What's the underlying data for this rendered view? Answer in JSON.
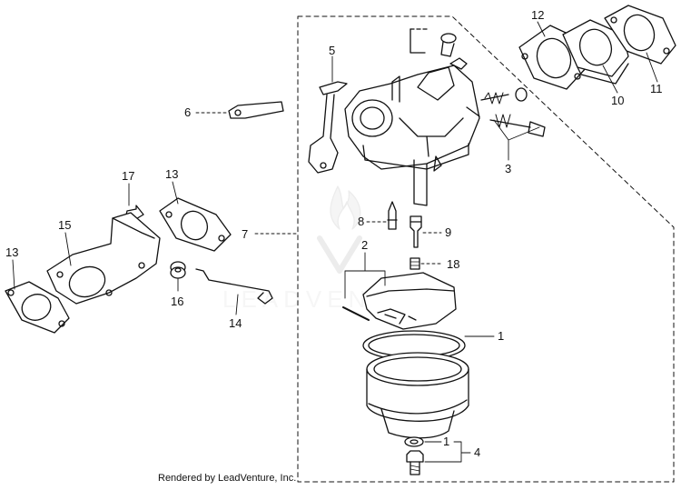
{
  "callouts": {
    "n1a": "1",
    "n1b": "1",
    "n2": "2",
    "n3": "3",
    "n4": "4",
    "n5": "5",
    "n6": "6",
    "n7": "7",
    "n8": "8",
    "n9": "9",
    "n10": "10",
    "n11": "11",
    "n12": "12",
    "n13a": "13",
    "n13b": "13",
    "n14": "14",
    "n15": "15",
    "n16": "16",
    "n17": "17",
    "n18": "18"
  },
  "footer": {
    "credit": "Rendered by LeadVenture, Inc."
  },
  "colors": {
    "line": "#111111",
    "background": "#ffffff",
    "watermark": "#d9d9d9"
  }
}
